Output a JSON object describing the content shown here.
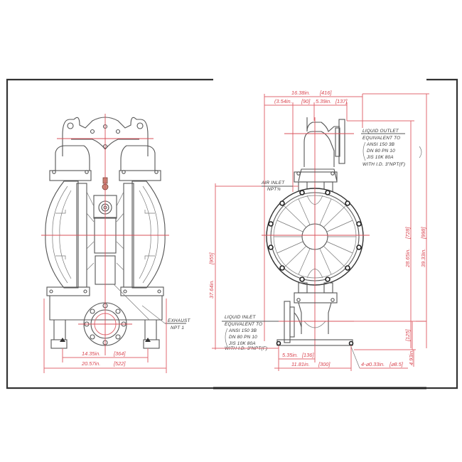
{
  "drawing": {
    "subject": "Air-operated double diaphragm pump — dimensional drawing",
    "views": [
      "front-view",
      "side-view"
    ],
    "colors": {
      "frame": "#333333",
      "linework": "#555555",
      "dimension": "#e06a72",
      "dimension_text": "#d94550",
      "note_text": "#333333"
    }
  },
  "front_view": {
    "dimensions": {
      "bolt_spacing": {
        "imperial": "14.35in.",
        "metric": "[364]"
      },
      "overall_width": {
        "imperial": "20.57in.",
        "metric": "[522]"
      }
    },
    "callouts": {
      "exhaust": {
        "line1": "EXHAUST",
        "line2": "NPT 1"
      }
    }
  },
  "side_view": {
    "dimensions": {
      "overall_depth": {
        "imperial": "16.38in.",
        "metric": "[416]"
      },
      "outlet_offset_left": {
        "imperial": "(3.54in.",
        "metric": "[90]"
      },
      "outlet_offset_right": {
        "imperial": "5.39in.",
        "metric": "[137]"
      },
      "air_inlet_height": {
        "imperial": "37.64in.",
        "metric": "[955]"
      },
      "outlet_height": {
        "imperial": "28.65in.",
        "metric": "[728]"
      },
      "overall_height": {
        "imperial": "39.33in.",
        "metric": "[998]"
      },
      "inlet_height": {
        "imperial": "",
        "metric": "[125]"
      },
      "base_height": {
        "imperial": "4.93in.",
        "metric": ""
      },
      "inlet_offset": {
        "imperial": "5.35in.",
        "metric": "[136]"
      },
      "base_depth": {
        "imperial": "11.81in.",
        "metric": "[300]"
      },
      "mount_holes": {
        "imperial": "4-⌀0.33in.",
        "metric": "[⌀8.5]"
      }
    },
    "callouts": {
      "liquid_outlet": {
        "title": "LIQUID OUTLET",
        "line1": "EQUIVALENT TO",
        "line2": "ANSI 150 3B",
        "line3": "DN 80 PN 10",
        "line4": "JIS 10K 80A",
        "line5": "WITH I.D. 3\"NPT(F)"
      },
      "air_inlet": {
        "line1": "AIR INLET",
        "line2": "NPT¾"
      },
      "liquid_inlet": {
        "title": "LIQUID INLET",
        "line1": "EQUIVALENT TO",
        "line2": "ANSI 150 3B",
        "line3": "DN 80 PN 10",
        "line4": "JIS 10K 80A",
        "line5": "WITH I.D. 3\"NPT(F)"
      }
    }
  }
}
